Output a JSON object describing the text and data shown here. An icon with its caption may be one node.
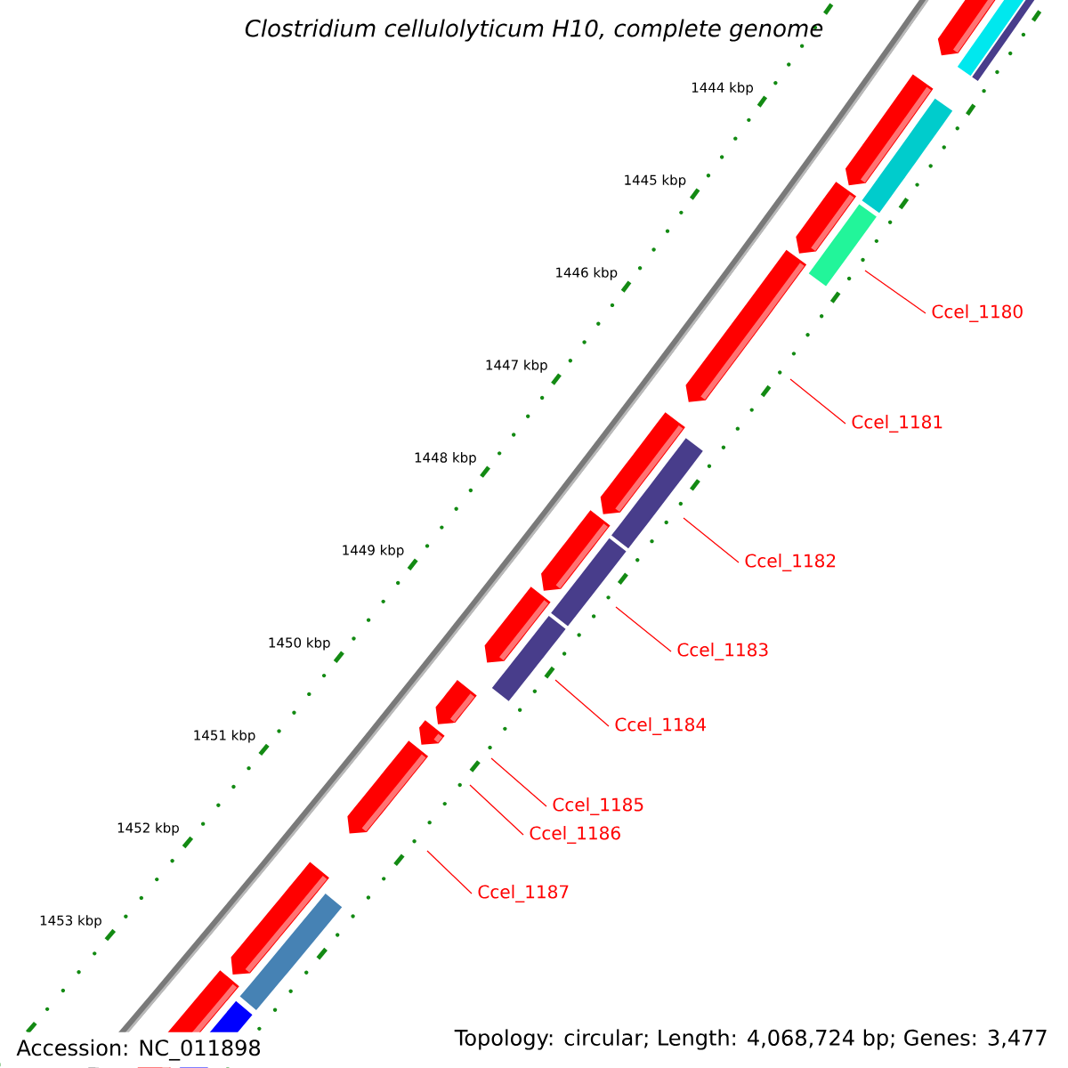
{
  "diagram": {
    "title": "Clostridium cellulolyticum H10, complete genome",
    "nodes": [
      {
        "text": [
          "Ccel_1180"
        ]
      },
      {
        "text": [
          "Ccel_1181"
        ]
      },
      {
        "text": [
          "Ccel_1182"
        ]
      },
      {
        "text": [
          "Ccel_1183"
        ]
      },
      {
        "text": [
          "Ccel_1184"
        ]
      },
      {
        "text": [
          "Ccel_1185"
        ]
      },
      {
        "text": [
          "Ccel_1186"
        ]
      },
      {
        "text": [
          "Ccel_1187"
        ]
      }
    ],
    "edges": [
      {
        "from": 0,
        "to": null,
        "arrow": "none"
      },
      {
        "from": 1,
        "to": null,
        "arrow": "none"
      },
      {
        "from": 2,
        "to": null,
        "arrow": "none"
      },
      {
        "from": 3,
        "to": null,
        "arrow": "none"
      },
      {
        "from": 4,
        "to": null,
        "arrow": "none"
      },
      {
        "from": 5,
        "to": null,
        "arrow": "none"
      },
      {
        "from": 6,
        "to": null,
        "arrow": "none"
      },
      {
        "from": 7,
        "to": null,
        "arrow": "none"
      }
    ],
    "labels": [
      "1444 kbp",
      "1445 kbp",
      "1446 kbp",
      "1447 kbp",
      "1448 kbp",
      "1449 kbp",
      "1450 kbp",
      "1451 kbp",
      "1452 kbp",
      "1453 kbp",
      "Accession: NC_011898",
      "Topology: circular; Length: 4,068,724 bp; Genes: 3,477"
    ]
  }
}
